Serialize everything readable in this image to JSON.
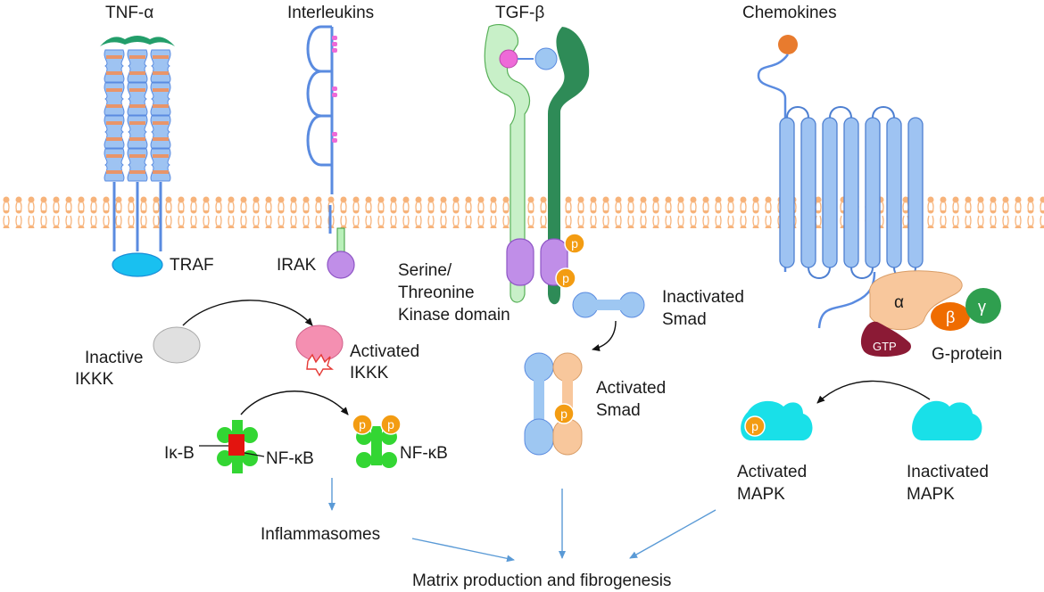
{
  "receptors": {
    "tnf": "TNF-α",
    "interleukins": "Interleukins",
    "tgf": "TGF-β",
    "chemokines": "Chemokines"
  },
  "adaptors": {
    "traf": "TRAF",
    "irak": "IRAK"
  },
  "kinase_domain": [
    "Serine/",
    "Threonine",
    "Kinase domain"
  ],
  "ikkk": {
    "inactive": [
      "Inactive",
      "IKKK"
    ],
    "activated": [
      "Activated",
      "IKKK"
    ]
  },
  "nfkb": {
    "ikb": "Iκ-B",
    "nfkb_bound": "NF-κB",
    "nfkb_free": "NF-κB"
  },
  "smad": {
    "inactivated": [
      "Inactivated",
      "Smad"
    ],
    "activated": [
      "Activated",
      "Smad"
    ]
  },
  "gprotein": {
    "alpha": "α",
    "beta": "β",
    "gamma": "γ",
    "gtp": "GTP",
    "label": "G-protein"
  },
  "mapk": {
    "activated": [
      "Activated",
      "MAPK"
    ],
    "inactivated": [
      "Inactivated",
      "MAPK"
    ]
  },
  "phospho": "p",
  "outputs": {
    "inflammasomes": "Inflammasomes",
    "matrix": "Matrix production and fibrogenesis"
  },
  "colors": {
    "receptor_blue": "#9ec3f2",
    "receptor_blue_stroke": "#4d7fd1",
    "tnf_cap": "#239e6a",
    "membrane": "#f7b37a",
    "tgf_light_green": "#c8f0c8",
    "tgf_dark_green": "#2e8b57",
    "kinase_purple": "#c08ee8",
    "phospho_orange": "#f39c12",
    "ikkk_pink": "#f48fb1",
    "nfkb_green": "#33d633",
    "ikb_red": "#e3140f",
    "smad_blue": "#9ec7f2",
    "smad_peach": "#f8c79c",
    "alpha_peach": "#f8c79c",
    "beta_orange": "#ef6c00",
    "gamma_green": "#2f9f4f",
    "gtp_maroon": "#8b1a35",
    "mapk_cyan": "#19e0e8",
    "chemokine_orange": "#e87b2e",
    "arrow_blue": "#5a9ad6"
  }
}
